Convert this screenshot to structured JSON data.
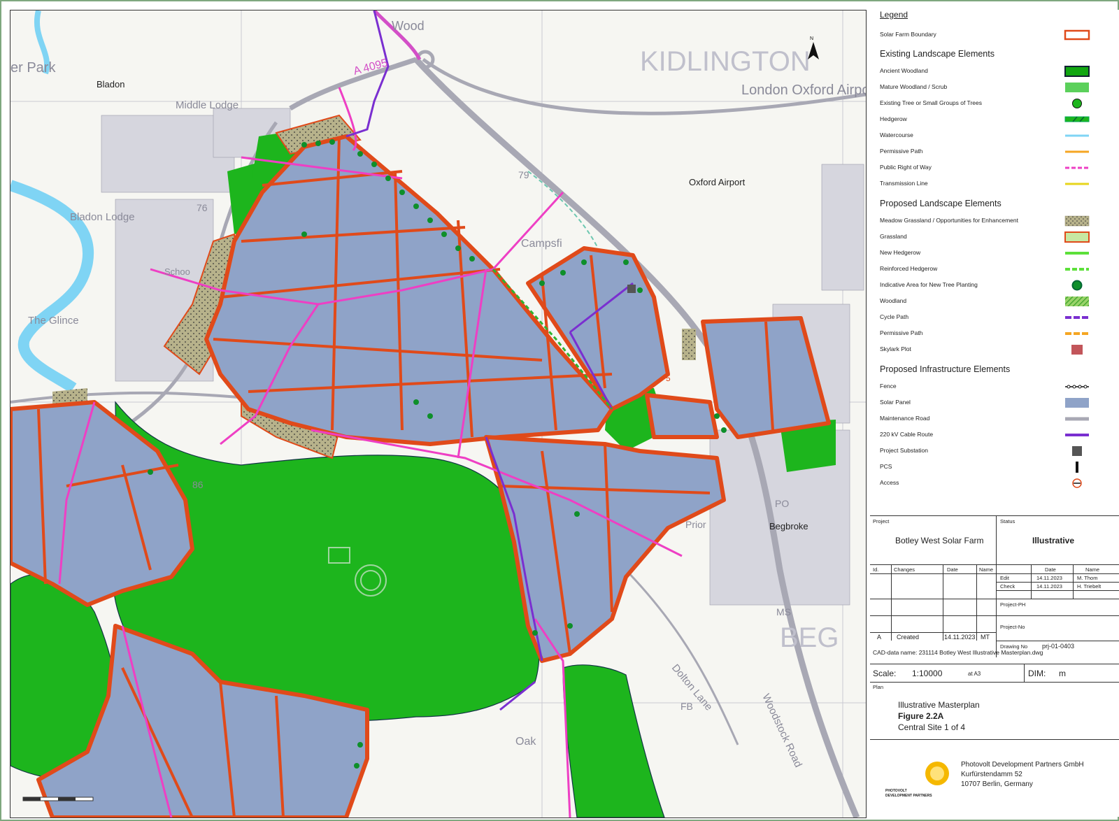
{
  "map": {
    "place_labels": {
      "kidlington": "KIDLINGTON",
      "london_oxford_airport": "London Oxford Airport",
      "oxford_airport": "Oxford Airport",
      "bladon": "Bladon",
      "middle_lodge": "Middle Lodge",
      "bladon_lodge": "Bladon Lodge",
      "park": "er Park",
      "wood": "Wood",
      "campsfield": "Campsfi",
      "begbroke": "Begbroke",
      "begbroke_big": "BEG",
      "dolton_lane": "Dolton Lane",
      "woodstock_road": "Woodstock Road",
      "oak": "Oak",
      "fb": "FB",
      "ms": "MS",
      "prior": "Prior",
      "po": "PO",
      "the_glince": "The Glince",
      "school": "Schoo"
    },
    "road_labels": {
      "a4095": "A 4095"
    },
    "numbers": {
      "n79": "79",
      "n76": "76",
      "n86": "86",
      "n5": "5"
    },
    "north_arrow": "N"
  },
  "legend": {
    "title": "Legend",
    "boundary_label": "Solar Farm Boundary",
    "sections": [
      {
        "title": "Existing Landscape Elements",
        "items": [
          {
            "label": "Ancient Woodland",
            "symbol": "ancient-woodland"
          },
          {
            "label": "Mature Woodland / Scrub",
            "symbol": "mature-woodland"
          },
          {
            "label": "Existing Tree or Small Groups of Trees",
            "symbol": "existing-tree"
          },
          {
            "label": "Hedgerow",
            "symbol": "hedgerow"
          },
          {
            "label": "Watercourse",
            "symbol": "watercourse"
          },
          {
            "label": "Permissive Path",
            "symbol": "permissive-path"
          },
          {
            "label": "Public Right of Way",
            "symbol": "public-right-of-way"
          },
          {
            "label": "Transmission Line",
            "symbol": "transmission-line"
          }
        ]
      },
      {
        "title": "Proposed Landscape Elements",
        "items": [
          {
            "label": "Meadow Grassland  / Opportunities for Enhancement",
            "symbol": "meadow"
          },
          {
            "label": "Grassland",
            "symbol": "grassland"
          },
          {
            "label": "New Hedgerow",
            "symbol": "new-hedgerow"
          },
          {
            "label": "Reinforced Hedgerow",
            "symbol": "reinforced-hedgerow"
          },
          {
            "label": "Indicative Area for New Tree Planting",
            "symbol": "new-tree"
          },
          {
            "label": "Woodland",
            "symbol": "woodland"
          },
          {
            "label": "Cycle Path",
            "symbol": "cycle-path"
          },
          {
            "label": "Permissive Path",
            "symbol": "permissive-path-new"
          },
          {
            "label": "Skylark Plot",
            "symbol": "skylark"
          }
        ]
      },
      {
        "title": "Proposed Infrastructure Elements",
        "items": [
          {
            "label": "Fence",
            "symbol": "fence"
          },
          {
            "label": "Solar Panel",
            "symbol": "solar-panel"
          },
          {
            "label": "Maintenance Road",
            "symbol": "maintenance-road"
          },
          {
            "label": "220 kV Cable Route",
            "symbol": "cable-route"
          },
          {
            "label": "Project Substation",
            "symbol": "substation"
          },
          {
            "label": "PCS",
            "symbol": "pcs"
          },
          {
            "label": "Access",
            "symbol": "access"
          }
        ]
      }
    ]
  },
  "title_block": {
    "project_label": "Project",
    "project_name": "Botley West Solar Farm",
    "status_label": "Status",
    "status_value": "Illustrative",
    "rev_headers": {
      "id": "Id.",
      "changes": "Changes",
      "date": "Date",
      "name": "Name"
    },
    "check_headers": {
      "date": "Date",
      "name": "Name"
    },
    "edit": {
      "label": "Edit",
      "date": "14.11.2023",
      "name": "M. Thom"
    },
    "check": {
      "label": "Check",
      "date": "14.11.2023",
      "name": "H. Triebelt"
    },
    "project_ph": "Project-PH",
    "project_no": "Project-No",
    "revision": {
      "id": "A",
      "change": "Created",
      "date": "14.11.2023",
      "name": "MT"
    },
    "drawing_no_label": "Drawing No",
    "drawing_no": "prj-01-0403",
    "cad_label": "CAD-data name:",
    "cad_value": "231114 Botley West  Illustrative Masterplan.dwg",
    "scale_label": "Scale:",
    "scale_value": "1:10000",
    "scale_at": "at A3",
    "dim_label": "DIM:",
    "dim_value": "m",
    "plan_label": "Plan",
    "plan_title": "Illustrative Masterplan",
    "figure": "Figure 2.2A",
    "subtitle": "Central Site 1 of 4",
    "company_name": "Photovolt Development Partners GmbH",
    "company_street": "Kurfürstendamm 52",
    "company_city": "10707 Berlin, Germany",
    "logo_text_1": "PHOTOVOLT",
    "logo_text_2": "DEVELOPMENT PARTNERS"
  },
  "colors": {
    "solar_panel": "#8fa3c8",
    "boundary": "#e04a1a",
    "woodland": "#1db51d",
    "meadow": "#b7b28b",
    "prow": "#ee3fc4",
    "cable": "#7a2fd0",
    "watercourse": "#7fd4f4",
    "road": "#a8a8b4"
  }
}
